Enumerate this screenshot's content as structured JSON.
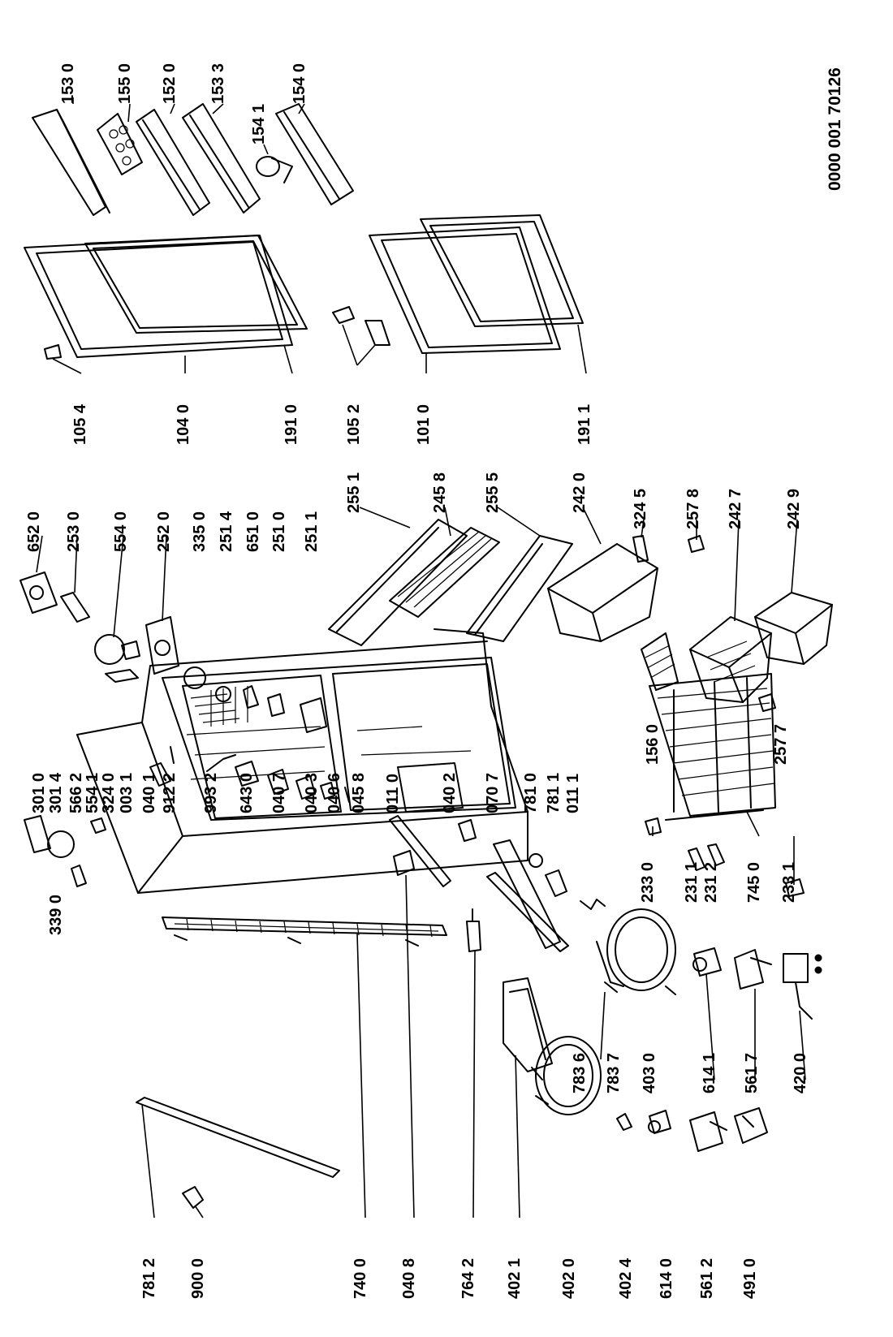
{
  "document": {
    "doc_number": "0000 001 70126"
  },
  "labels": [
    "153 0",
    "155 0",
    "152 0",
    "153 3",
    "154 1",
    "154 0",
    "105 4",
    "104 0",
    "191 0",
    "105 2",
    "101 0",
    "191 1",
    "652 0",
    "253 0",
    "554 0",
    "252 0",
    "335 0",
    "251 4",
    "651 0",
    "251 0",
    "251 1",
    "255 1",
    "245 8",
    "255 5",
    "242 0",
    "324 5",
    "257 8",
    "242 7",
    "242 9",
    "301 0",
    "301 4",
    "566 2",
    "554 1",
    "324 0",
    "003 1",
    "040 1",
    "912 2",
    "993 2",
    "643 0",
    "040 7",
    "040 3",
    "040 6",
    "045 8",
    "011 0",
    "040 2",
    "070 7",
    "781 0",
    "781 1",
    "011 1",
    "339 0",
    "156 0",
    "257 7",
    "233 0",
    "231 1",
    "231 2",
    "745 0",
    "233 1",
    "781 2",
    "900 0",
    "740 0",
    "040 8",
    "764 2",
    "402 1",
    "402 0",
    "402 4",
    "614 0",
    "561 2",
    "491 0",
    "783 6",
    "783 7",
    "403 0",
    "614 1",
    "561 7",
    "420 0"
  ]
}
